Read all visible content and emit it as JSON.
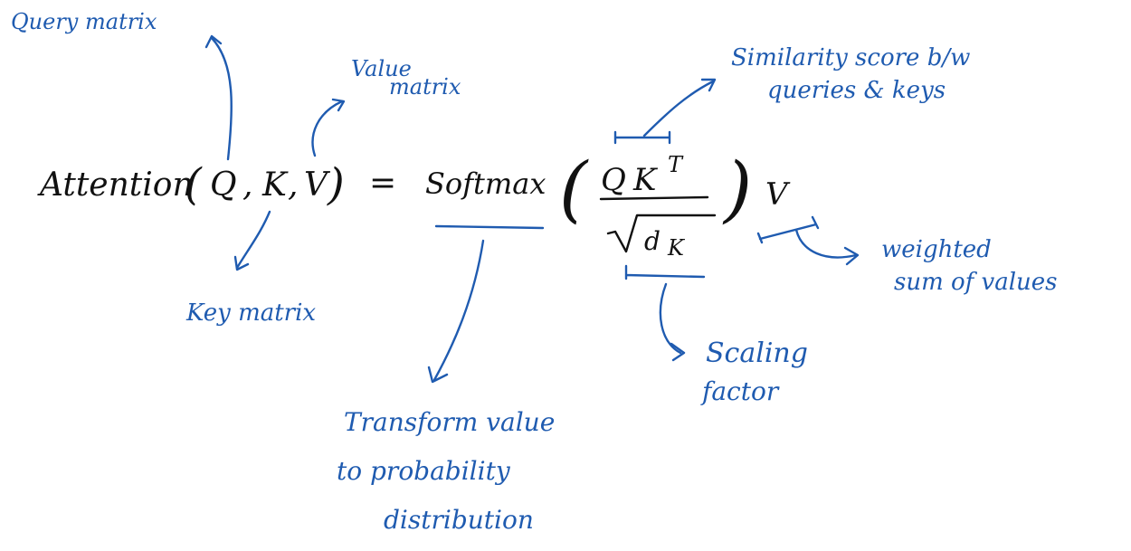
{
  "formula": {
    "lhs": "Attention",
    "open_paren": "(",
    "q": "Q",
    "comma1": ",",
    "k": "K",
    "comma2": ",",
    "v": "V",
    "close_paren": ")",
    "equals": "=",
    "softmax": "Softmax",
    "big_open": "(",
    "numerator_q": "Q",
    "numerator_k": "K",
    "numerator_sup": "T",
    "denominator_d": "d",
    "denominator_sub": "K",
    "big_close": ")",
    "trailing_v": "V"
  },
  "annotations": {
    "query_matrix": "Query matrix",
    "value_matrix_line1": "Value",
    "value_matrix_line2": "matrix",
    "key_matrix": "Key matrix",
    "similarity_line1": "Similarity score b/w",
    "similarity_line2": "queries & keys",
    "weighted_line1": "weighted",
    "weighted_line2": "sum of values",
    "scaling_line1": "Scaling",
    "scaling_line2": "factor",
    "transform_line1": "Transform value",
    "transform_line2": "to probability",
    "transform_line3": "distribution"
  },
  "colors": {
    "formula_ink": "#111111",
    "annotation_ink": "#1f5bb0",
    "background": "#ffffff"
  }
}
